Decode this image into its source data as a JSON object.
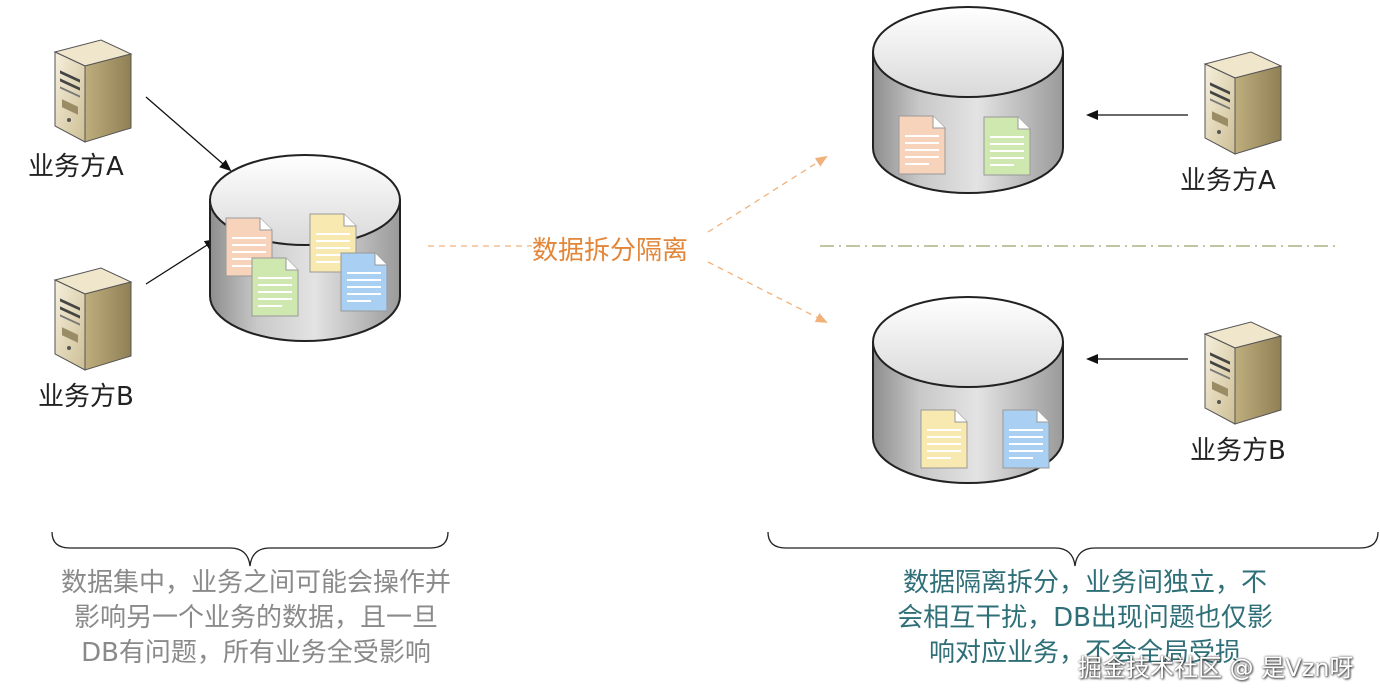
{
  "left": {
    "server_a_label": "业务方A",
    "server_b_label": "业务方B",
    "caption_lines": [
      "数据集中，业务之间可能会操作并",
      "影响另一个业务的数据，且一旦",
      "DB有问题，所有业务全受影响"
    ]
  },
  "center": {
    "split_label": "数据拆分隔离"
  },
  "right": {
    "server_a_label": "业务方A",
    "server_b_label": "业务方B",
    "caption_lines": [
      "数据隔离拆分，业务间独立，不",
      "会相互干扰，DB出现问题也仅影",
      "响对应业务，不会全局受损"
    ]
  },
  "watermark": "掘金技术社区 @ 是Vzn呀",
  "colors": {
    "arrow_orange": "#f0b27a",
    "divider": "#9aa56a",
    "doc_orange": "#f7d3bb",
    "doc_green": "#cfe8b0",
    "doc_yellow": "#f7e9b0",
    "doc_blue": "#a9d0f2"
  }
}
